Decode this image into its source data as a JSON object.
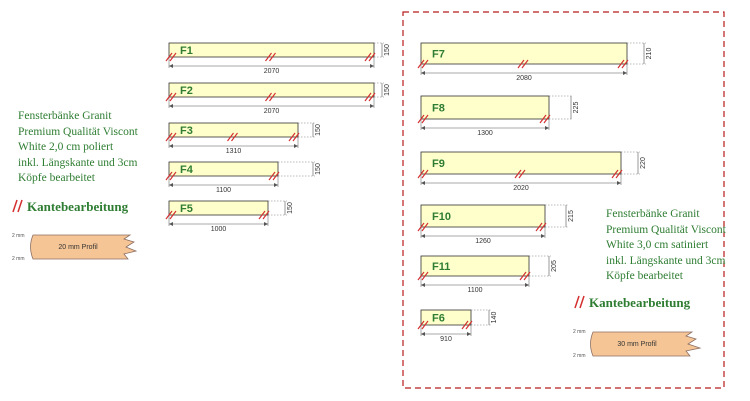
{
  "colors": {
    "panel_fill": "#ffffcc",
    "panel_stroke": "#333333",
    "edge_mark": "#d32f2f",
    "label_green": "#2e7d32",
    "profile_fill": "#f5c595",
    "frame_dash": "#b71c1c"
  },
  "panels": [
    {
      "id": "F1",
      "length": "2070",
      "depth": "150",
      "edge_marks": 3
    },
    {
      "id": "F2",
      "length": "2070",
      "depth": "150",
      "edge_marks": 3
    },
    {
      "id": "F3",
      "length": "1310",
      "depth": "150",
      "edge_marks": 3
    },
    {
      "id": "F4",
      "length": "1100",
      "depth": "150",
      "edge_marks": 2
    },
    {
      "id": "F5",
      "length": "1000",
      "depth": "150",
      "edge_marks": 2
    },
    {
      "id": "F7",
      "length": "2080",
      "depth": "210",
      "edge_marks": 3
    },
    {
      "id": "F8",
      "length": "1300",
      "depth": "225",
      "edge_marks": 2
    },
    {
      "id": "F9",
      "length": "2020",
      "depth": "220",
      "edge_marks": 3
    },
    {
      "id": "F10",
      "length": "1260",
      "depth": "215",
      "edge_marks": 2
    },
    {
      "id": "F11",
      "length": "1100",
      "depth": "205",
      "edge_marks": 2
    },
    {
      "id": "F6",
      "length": "910",
      "depth": "140",
      "edge_marks": 2
    }
  ],
  "left_group": {
    "description": [
      "Fensterbänke Granit",
      "Premium Qualität Viscont",
      "White 2,0 cm poliert",
      "inkl. Längskante und 3cm",
      "Köpfe bearbeitet"
    ],
    "kante_title": "Kantebearbeitung",
    "profile_label": "20 mm Profil",
    "mm_top": "2 mm",
    "mm_bottom": "2 mm"
  },
  "right_group": {
    "description": [
      "Fensterbänke Granit",
      "Premium Qualität Viscont",
      "White 3,0 cm satiniert",
      "inkl. Längskante und 3cm",
      "Köpfe bearbeitet"
    ],
    "kante_title": "Kantebearbeitung",
    "profile_label": "30 mm Profil",
    "mm_top": "2 mm",
    "mm_bottom": "2 mm"
  }
}
